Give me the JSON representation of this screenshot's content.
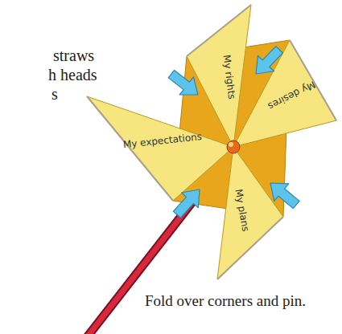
{
  "diagram": {
    "caption": "Fold over corners and pin.",
    "labels": [
      "straws",
      "h heads",
      "s",
      "My rights",
      "My desires",
      "My expectations",
      "My plans"
    ]
  }
}
